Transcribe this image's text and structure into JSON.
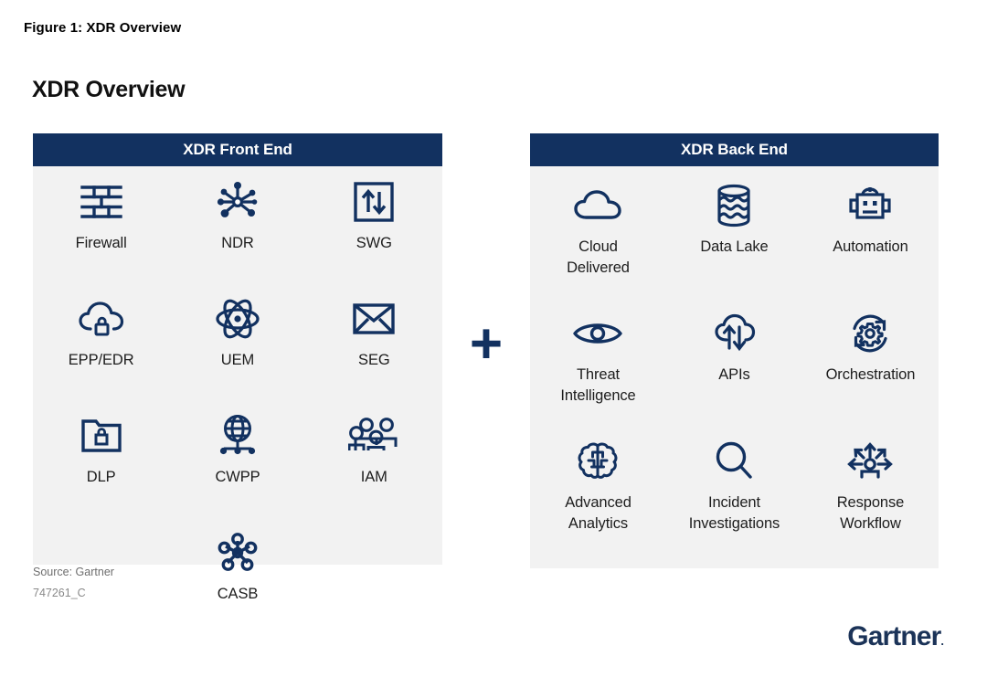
{
  "figure": {
    "caption": "Figure 1: XDR Overview",
    "title": "XDR Overview"
  },
  "colors": {
    "navy": "#123160",
    "panel_bg": "#f2f2f2",
    "icon": "#123160",
    "label_text": "#1d1d1d",
    "source_text": "#6e6e6e",
    "logo": "#1b3358"
  },
  "panels": [
    {
      "id": "front-end",
      "header": "XDR Front End",
      "items": [
        {
          "label": "Firewall",
          "icon": "firewall-icon"
        },
        {
          "label": "NDR",
          "icon": "network-nodes-icon"
        },
        {
          "label": "SWG",
          "icon": "up-down-arrows-box-icon"
        },
        {
          "label": "EPP/EDR",
          "icon": "cloud-lock-icon"
        },
        {
          "label": "UEM",
          "icon": "atom-icon"
        },
        {
          "label": "SEG",
          "icon": "envelope-icon"
        },
        {
          "label": "DLP",
          "icon": "folder-lock-icon"
        },
        {
          "label": "CWPP",
          "icon": "globe-network-icon"
        },
        {
          "label": "IAM",
          "icon": "three-users-icon"
        }
      ],
      "extra_items": [
        {
          "label": "CASB",
          "icon": "hub-nodes-icon"
        }
      ]
    },
    {
      "id": "back-end",
      "header": "XDR Back End",
      "items": [
        {
          "label": "Cloud\nDelivered",
          "icon": "cloud-icon"
        },
        {
          "label": "Data Lake",
          "icon": "data-lake-icon"
        },
        {
          "label": "Automation",
          "icon": "robot-icon"
        },
        {
          "label": "Threat\nIntelligence",
          "icon": "eye-icon"
        },
        {
          "label": "APIs",
          "icon": "cloud-up-down-arrows-icon"
        },
        {
          "label": "Orchestration",
          "icon": "gear-refresh-icon"
        },
        {
          "label": "Advanced\nAnalytics",
          "icon": "brain-icon"
        },
        {
          "label": "Incident\nInvestigations",
          "icon": "magnifier-icon"
        },
        {
          "label": "Response\nWorkflow",
          "icon": "response-workflow-icon"
        }
      ],
      "extra_items": []
    }
  ],
  "connector": {
    "symbol": "+",
    "name": "plus-sign"
  },
  "footer": {
    "source": "Source: Gartner",
    "doc_id": "747261_C",
    "logo_text": "Gartner",
    "logo_mark": "."
  }
}
